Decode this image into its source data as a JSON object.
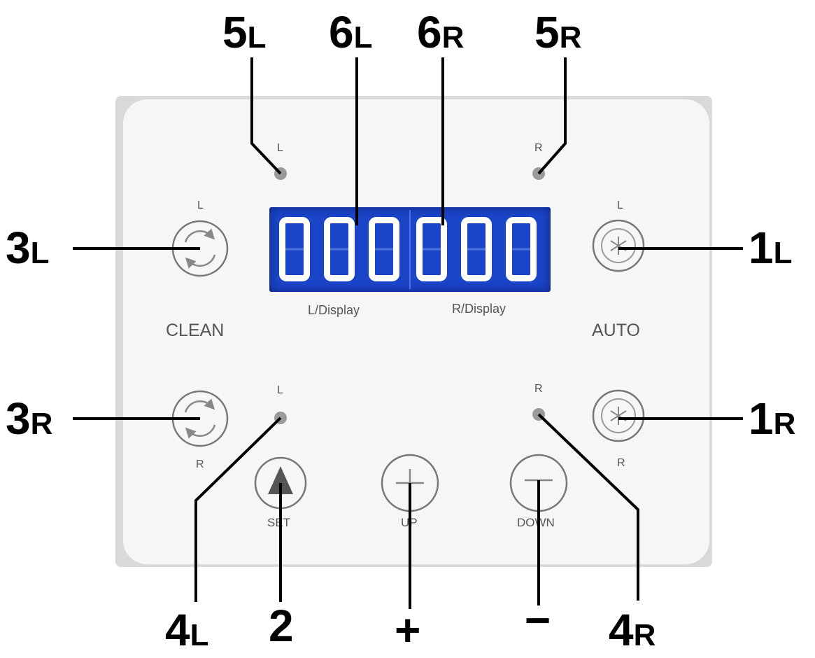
{
  "callouts": {
    "c5l": {
      "main": "5",
      "sub": "L"
    },
    "c6l": {
      "main": "6",
      "sub": "L"
    },
    "c6r": {
      "main": "6",
      "sub": "R"
    },
    "c5r": {
      "main": "5",
      "sub": "R"
    },
    "c3l": {
      "main": "3",
      "sub": "L"
    },
    "c1l": {
      "main": "1",
      "sub": "L"
    },
    "c3r": {
      "main": "3",
      "sub": "R"
    },
    "c1r": {
      "main": "1",
      "sub": "R"
    },
    "c4l": {
      "main": "4",
      "sub": "L"
    },
    "c2": {
      "main": "2"
    },
    "cplus": {
      "main": "+"
    },
    "cminus": {
      "main": "−"
    },
    "c4r": {
      "main": "4",
      "sub": "R"
    }
  },
  "panel": {
    "led_top_left_label": "L",
    "led_top_right_label": "R",
    "led_bottom_left_label": "L",
    "led_bottom_right_label": "R",
    "clean_top_label": "L",
    "clean_bottom_label": "R",
    "auto_top_label": "L",
    "auto_bottom_label": "R",
    "clean_label": "CLEAN",
    "auto_label": "AUTO",
    "left_display_label": "L/Display",
    "right_display_label": "R/Display",
    "set_label": "SET",
    "up_label": "UP",
    "down_label": "DOWN",
    "display_digits": "000000"
  },
  "colors": {
    "display_bg": "#1a45c8",
    "display_digit": "#ffffff",
    "panel_bg": "#f6f6f6",
    "led": "#999999"
  }
}
